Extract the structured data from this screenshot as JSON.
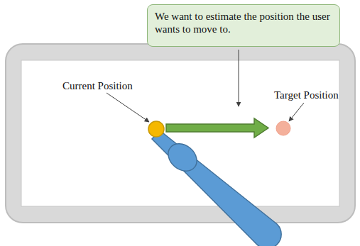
{
  "diagram": {
    "nodes": [
      {
        "text": [
          "We want to estimate the position the user wants to move to."
        ]
      }
    ],
    "labels": [
      "Current Position",
      "Target Position"
    ]
  }
}
